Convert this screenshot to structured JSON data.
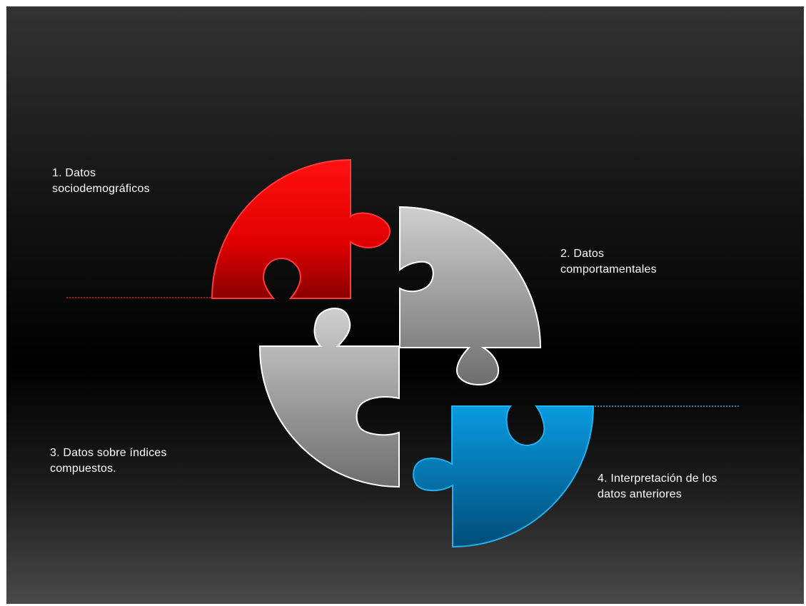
{
  "labels": {
    "item1": "1. Datos\nsociodemográficos",
    "item2": "2. Datos\ncomportamentales",
    "item3": "3. Datos sobre índices\ncompuestos.",
    "item4": "4. Interpretación de los\ndatos anteriores"
  },
  "colors": {
    "red": "#e60000",
    "gray": "#9a9a9a",
    "blue": "#0a86c4",
    "text": "#ffffff"
  }
}
